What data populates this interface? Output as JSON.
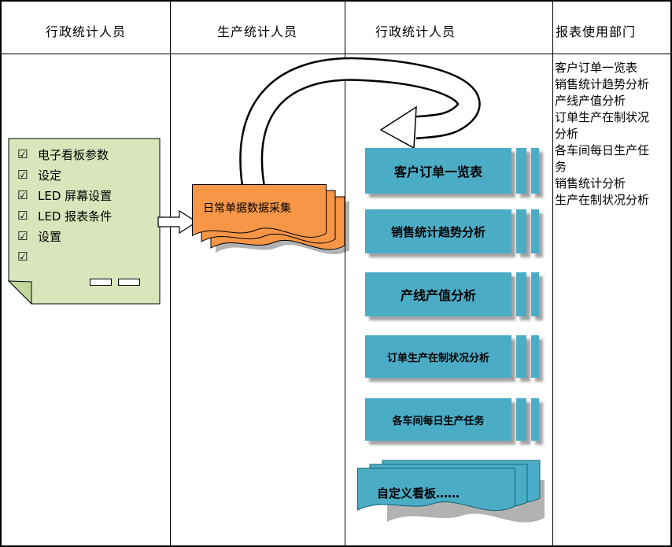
{
  "lanes": [
    "行政统计人员",
    "生产统计人员",
    "行政统计人员",
    "报表使用部门"
  ],
  "note": {
    "checkbox_icon": "☑",
    "lines": [
      "电子看板参数",
      "设定",
      "LED 屏幕设置",
      "LED 报表条件",
      "设置"
    ]
  },
  "flow": {
    "daily_doc_label": "日常单据数据采集"
  },
  "reports": [
    "客户订单一览表",
    "销售统计趋势分析",
    "产线产值分析",
    "订单生产在制状况分析",
    "各车间每日生产任务"
  ],
  "custom_board_label": "自定义看板……",
  "output_reports": [
    "客户订单一览表",
    "销售统计趋势分析",
    "产线产值分析",
    "订单生产在制状况分析",
    "各车间每日生产任务",
    "销售统计分析",
    "生产在制状况分析"
  ],
  "colors": {
    "note_green": "#d9e5bb",
    "note_fold": "#c3d69b",
    "doc_orange": "#f79646",
    "report_teal": "#4bacc6",
    "outline": "#000000"
  }
}
